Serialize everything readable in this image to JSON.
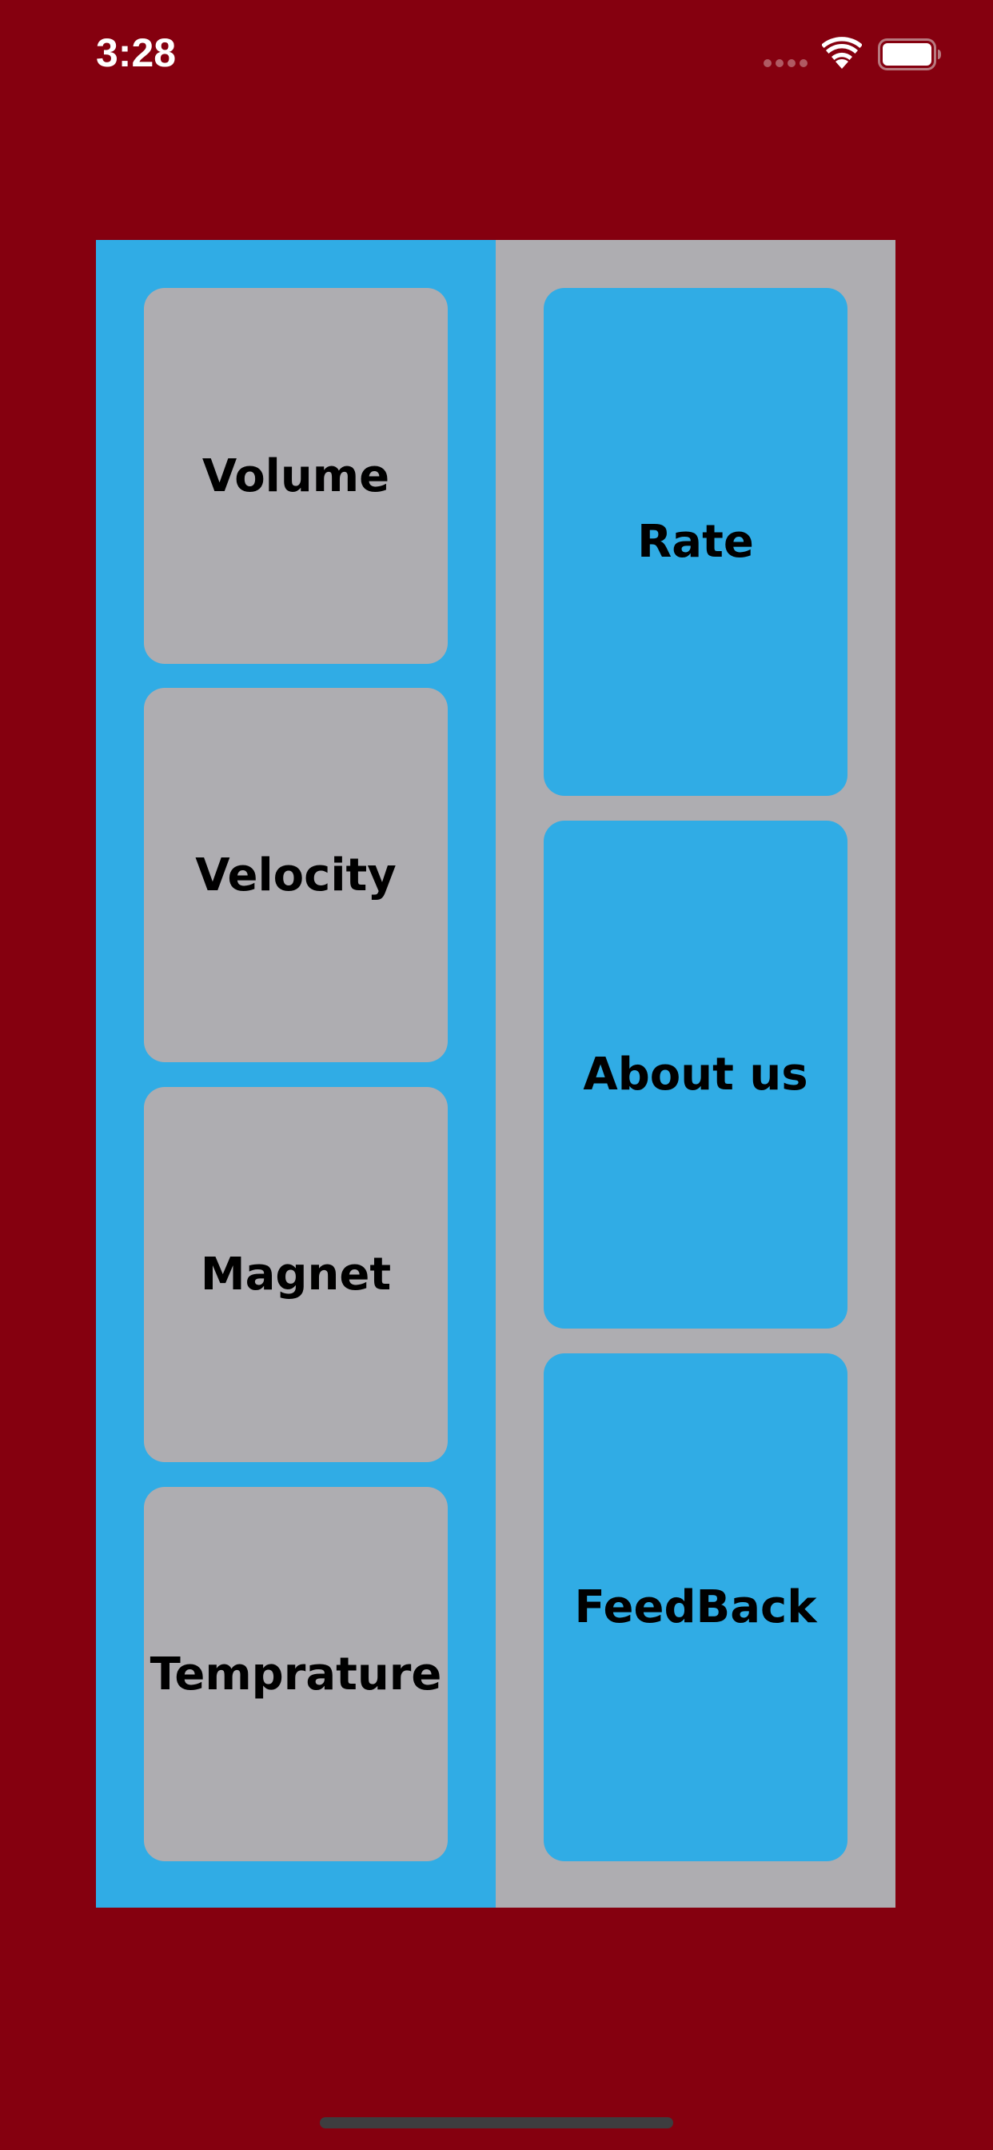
{
  "status_bar": {
    "time": "3:28",
    "signal_icon": "cellular-signal-dots",
    "wifi_icon": "wifi",
    "battery_icon": "battery-full"
  },
  "colors": {
    "background": "#85000f",
    "blue": "#30ace5",
    "gray": "#aeadb1",
    "text": "#000000"
  },
  "left_column": {
    "items": [
      {
        "label": "Volume"
      },
      {
        "label": "Velocity"
      },
      {
        "label": "Magnet"
      },
      {
        "label": "Temprature"
      }
    ]
  },
  "right_column": {
    "items": [
      {
        "label": "Rate"
      },
      {
        "label": "About us"
      },
      {
        "label": "FeedBack"
      }
    ]
  }
}
